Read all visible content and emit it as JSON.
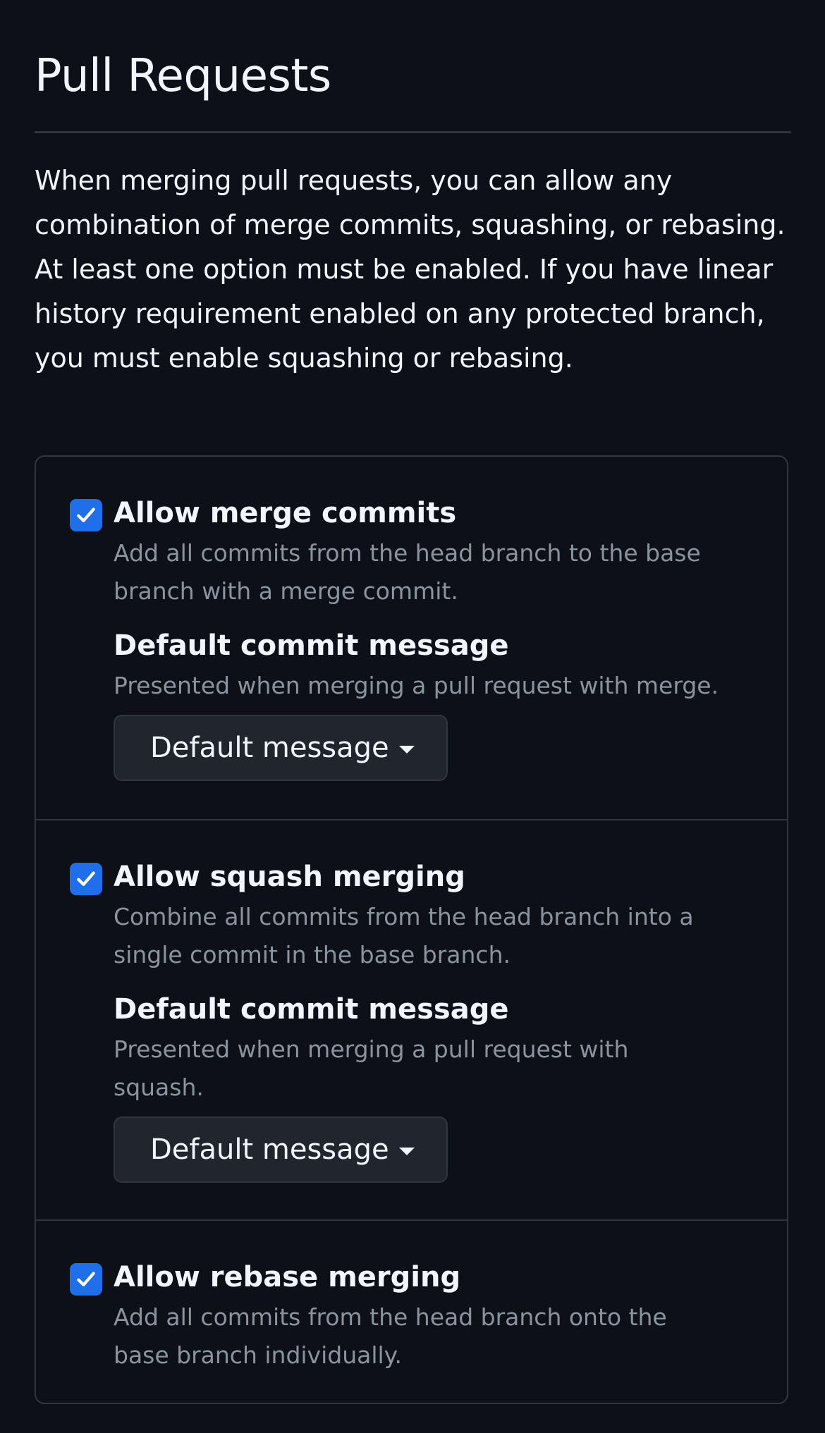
{
  "section": {
    "title": "Pull Requests",
    "intro": "When merging pull requests, you can allow any combination of merge commits, squashing, or rebasing. At least one option must be enabled. If you have linear history requirement enabled on any protected branch, you must enable squashing or rebasing."
  },
  "options": [
    {
      "label": "Allow merge commits",
      "checked": true,
      "description": "Add all commits from the head branch to the base branch with a merge commit.",
      "sub_label": "Default commit message",
      "sub_description": "Presented when merging a pull request with merge.",
      "dropdown_value": "Default message"
    },
    {
      "label": "Allow squash merging",
      "checked": true,
      "description": "Combine all commits from the head branch into a single commit in the base branch.",
      "sub_label": "Default commit message",
      "sub_description": "Presented when merging a pull request with squash.",
      "dropdown_value": "Default message"
    },
    {
      "label": "Allow rebase merging",
      "checked": true,
      "description": "Add all commits from the head branch onto the base branch individually."
    }
  ],
  "icons": {
    "checkbox": "check-icon",
    "dropdown": "caret-down-icon"
  },
  "colors": {
    "background": "#0d1117",
    "accent": "#1f6feb",
    "border": "#30363d",
    "muted_text": "#8b949e"
  }
}
